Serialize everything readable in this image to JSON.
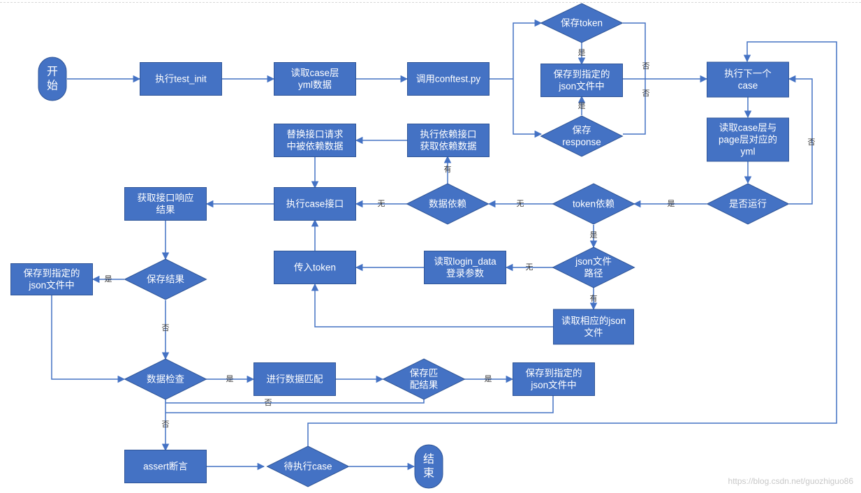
{
  "nodes": {
    "start": [
      "开",
      "始"
    ],
    "exec_test_init": [
      "执行test_init"
    ],
    "read_case_yml": [
      "读取case层",
      "yml数据"
    ],
    "call_conftest": [
      "调用conftest.py"
    ],
    "save_token": [
      "保存token"
    ],
    "save_json_top": [
      "保存到指定的",
      "json文件中"
    ],
    "save_response": [
      "保存",
      "response"
    ],
    "exec_next_case": [
      "执行下一个",
      "case"
    ],
    "read_case_page_yml": [
      "读取case层与",
      "page层对应的",
      "yml"
    ],
    "is_run": [
      "是否运行"
    ],
    "token_dep": [
      "token依赖"
    ],
    "data_dep": [
      "数据依赖"
    ],
    "exec_case_api": [
      "执行case接口"
    ],
    "replace_request": [
      "替换接口请求",
      "中被依赖数据"
    ],
    "exec_dep_api": [
      "执行依赖接口",
      "获取依赖数据"
    ],
    "get_response": [
      "获取接口响应",
      "结果"
    ],
    "json_path": [
      "json文件",
      "路径"
    ],
    "read_login": [
      "读取login_data",
      "登录参数"
    ],
    "pass_token": [
      "传入token"
    ],
    "read_json": [
      "读取相应的json",
      "文件"
    ],
    "save_result": [
      "保存结果"
    ],
    "save_json_left": [
      "保存到指定的",
      "json文件中"
    ],
    "data_check": [
      "数据检查"
    ],
    "data_match": [
      "进行数据匹配"
    ],
    "save_match": [
      "保存匹",
      "配结果"
    ],
    "save_json_right": [
      "保存到指定的",
      "json文件中"
    ],
    "assert": [
      "assert断言"
    ],
    "pending_case": [
      "待执行case"
    ],
    "end": [
      "结",
      "束"
    ]
  },
  "labels": {
    "yes": "是",
    "no": "否",
    "none": "无",
    "has": "有"
  },
  "watermark": "https://blog.csdn.net/guozhiguo86",
  "colors": {
    "fill": "#4472c4",
    "stroke": "#2f5597",
    "edge": "#4472c4"
  }
}
